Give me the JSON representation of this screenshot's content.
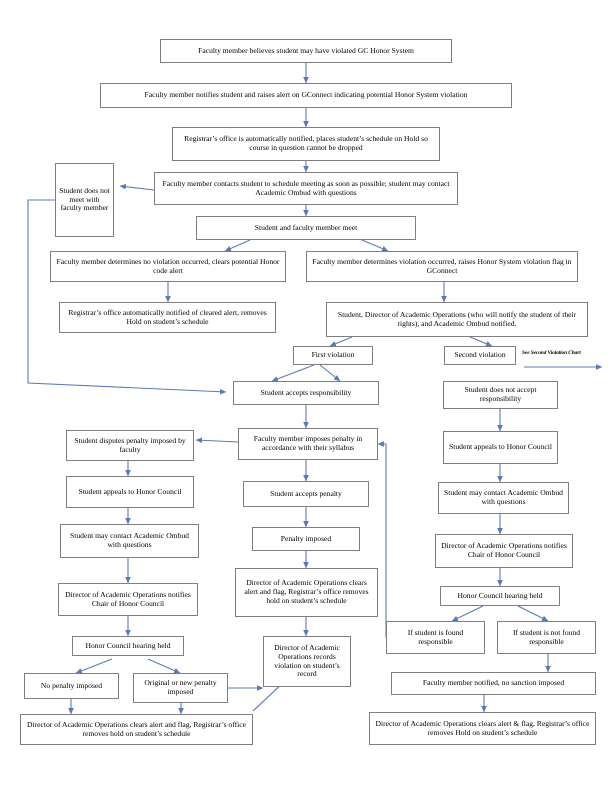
{
  "chart": {
    "title": "GC Honor System Faculty Process Flowchart",
    "type": "flowchart",
    "line_color": "#5b7ab5",
    "box_border_color": "#7f7f7f",
    "background": "#ffffff",
    "text_color": "#000000"
  },
  "nodes": {
    "believes_violation": "Faculty member believes student may have violated GC Honor System",
    "notifies_student": "Faculty member notifies student and raises alert on GConnect indicating potential Honor System violation",
    "registrar_notified_hold": "Registrar’s office is automatically notified, places student’s schedule on Hold so course in question cannot be dropped",
    "contacts_student_meeting": "Faculty member contacts student to schedule meeting as soon as possible; student may contact Academic Ombud with questions",
    "student_does_not_meet": "Student does not meet with faculty member",
    "student_faculty_meet": "Student and faculty member meet",
    "no_violation_occurred": "Faculty member determines no violation occurred, clears potential Honor code alert",
    "violation_occurred": "Faculty member determines violation occurred, raises Honor System violation flag in GConnect",
    "registrar_cleared_alert": "Registrar’s office automatically notified of cleared alert, removes Hold on student’s schedule",
    "director_ombud_notified": "Student, Director of Academic Operations (who will notify the student of their rights), and Academic Ombud notified.",
    "first_violation": "First violation",
    "second_violation": "Second violation",
    "see_second_chart_note": "See Second Violation Chart",
    "student_accepts_responsibility": "Student accepts responsibility",
    "student_not_accept_responsibility": "Student does not accept responsibility",
    "student_disputes_penalty": "Student disputes penalty imposed by faculty",
    "faculty_imposes_penalty": "Faculty member imposes penalty in accordance with their syllabus",
    "student_appeals_honor_council_right": "Student appeals to Honor Council",
    "student_appeals_honor_council_left": "Student appeals to Honor Council",
    "student_accepts_penalty": "Student accepts penalty",
    "student_may_contact_ombud_right": "Student may contact Academic Ombud with questions",
    "student_may_contact_ombud_left": "Student may contact Academic Ombud with questions",
    "penalty_imposed": "Penalty imposed",
    "director_notifies_chair_right": "Director of Academic Operations notifies Chair of Honor Council",
    "director_notifies_chair_left": "Director of Academic Operations notifies Chair of Honor Council",
    "director_clears_alert_middle": "Director of Academic Operations clears alert and flag, Registrar’s office removes hold on student’s schedule",
    "honor_council_hearing_right": "Honor Council hearing held",
    "honor_council_hearing_left": "Honor Council hearing held",
    "found_responsible": "If student is found responsible",
    "not_found_responsible": "If student is not found responsible",
    "director_records_violation": "Director of Academic Operations records violation on student’s record",
    "no_penalty_imposed": "No penalty imposed",
    "original_or_new_penalty": "Original or new penalty imposed",
    "faculty_notified_no_sanction": "Faculty member notified, no sanction imposed",
    "director_clears_alert_bottom_left": "Director of Academic Operations clears alert and flag, Registrar’s office removes hold on student’s schedule",
    "director_clears_alert_bottom_right": "Director of Academic Operations clears alert & flag, Registrar’s office removes Hold on student’s schedule"
  }
}
